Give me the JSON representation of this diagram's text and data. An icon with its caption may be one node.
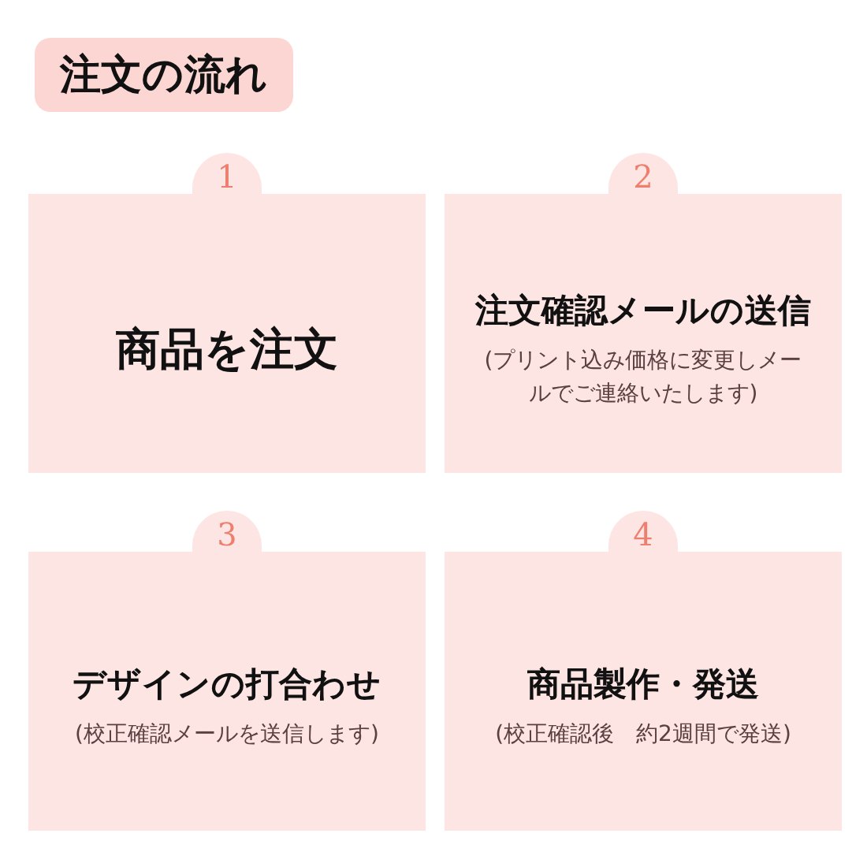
{
  "diagram": {
    "title": "注文の流れ",
    "nodes": [
      {
        "text": [
          "1"
        ]
      },
      {
        "text": [
          "商品を注文"
        ]
      },
      {
        "text": [
          "2"
        ]
      },
      {
        "text": [
          "注文確認メールの送信",
          "(プリント込み価格に変更しメールでご連絡いたします)"
        ]
      },
      {
        "text": [
          "3"
        ]
      },
      {
        "text": [
          "デザインの打合わせ",
          "(校正確認メールを送信します)"
        ]
      },
      {
        "text": [
          "4"
        ]
      },
      {
        "text": [
          "商品製作・発送",
          "(校正確認後　約2週間で発送)"
        ]
      }
    ]
  }
}
